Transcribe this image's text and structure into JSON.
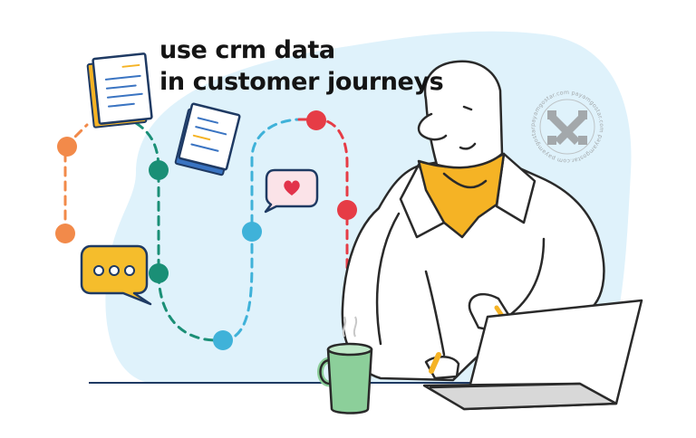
{
  "headline": {
    "line1": "use crm data",
    "line2": "in customer journeys"
  },
  "watermark": {
    "ring_text": "payamgostar.com payamgostar.com payamgostar.com payamgostar.com"
  },
  "colors": {
    "background_blob": "#dff2fb",
    "orange_node": "#f28a4a",
    "green_node": "#1a8f76",
    "blue_node": "#3fb2d9",
    "red_node": "#e63c46",
    "chat_bubble": "#f5bd2c",
    "heart_bubble": "#fbe3e8",
    "heart": "#e2334b",
    "scarf": "#f5b325",
    "mug": "#8ccf9a",
    "outline": "#2a2a2a"
  }
}
